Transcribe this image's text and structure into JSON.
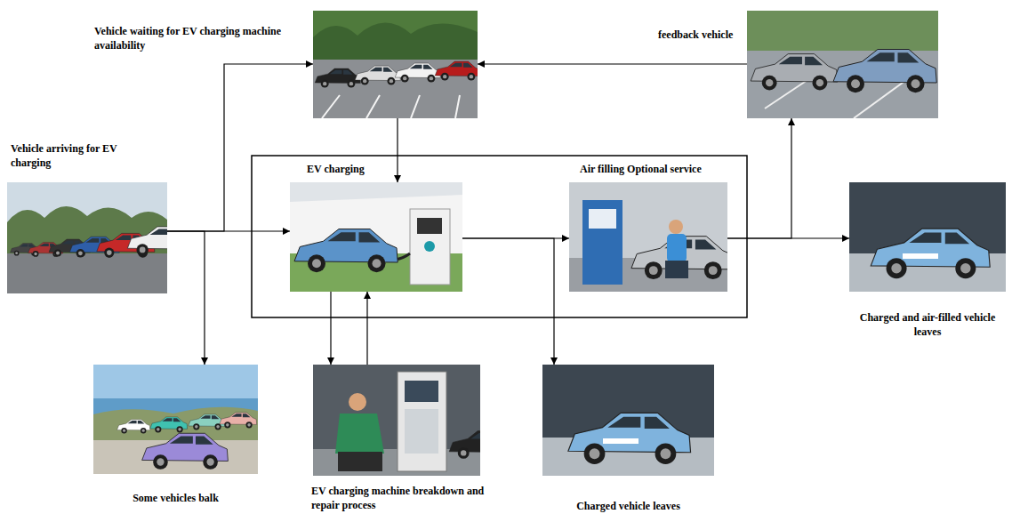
{
  "diagram": {
    "nodes": [
      {
        "text": [
          "Vehicle arriving for EV charging"
        ]
      },
      {
        "text": [
          "Vehicle waiting for EV charging machine availability"
        ]
      },
      {
        "text": [
          "EV charging"
        ]
      },
      {
        "text": [
          "Air filling Optional service"
        ]
      },
      {
        "text": [
          "feedback vehicle"
        ]
      },
      {
        "text": [
          "Charged and air-filled vehicle leaves"
        ]
      },
      {
        "text": [
          "Some vehicles balk"
        ]
      },
      {
        "text": [
          "EV charging machine breakdown and repair process"
        ]
      },
      {
        "text": [
          "Charged vehicle leaves"
        ]
      }
    ],
    "edges": [
      {
        "from": 0,
        "to": 1,
        "arrow": "to"
      },
      {
        "from": 0,
        "to": 2,
        "arrow": "to"
      },
      {
        "from": 0,
        "to": 6,
        "arrow": "to"
      },
      {
        "from": 1,
        "to": 2,
        "arrow": "to"
      },
      {
        "from": 2,
        "to": 3,
        "arrow": "to"
      },
      {
        "from": 2,
        "to": 8,
        "arrow": "to"
      },
      {
        "from": 3,
        "to": 5,
        "arrow": "to"
      },
      {
        "from": 3,
        "to": 4,
        "arrow": "to"
      },
      {
        "from": 4,
        "to": 1,
        "arrow": "to"
      },
      {
        "from": 2,
        "to": 7,
        "arrow": "to"
      },
      {
        "from": 7,
        "to": 2,
        "arrow": "to"
      }
    ]
  }
}
